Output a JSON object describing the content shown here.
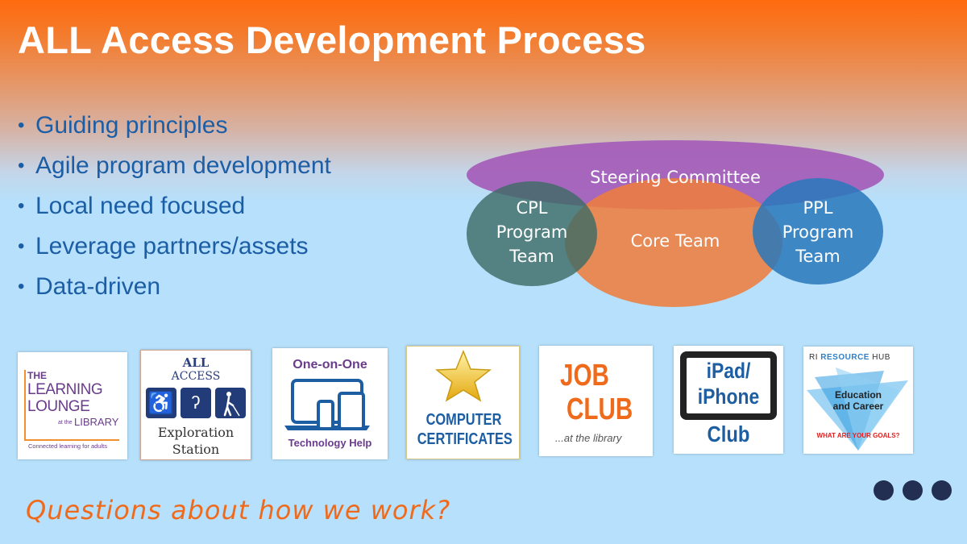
{
  "slide": {
    "title": "ALL Access Development Process",
    "bullets": [
      "Guiding principles",
      "Agile program development",
      "Local need focused",
      "Leverage partners/assets",
      "Data-driven"
    ],
    "question": "Questions about how we work?"
  },
  "venn": {
    "steering": "Steering Committee",
    "core": "Core Team",
    "cpl": [
      "CPL",
      "Program",
      "Team"
    ],
    "ppl": [
      "PPL",
      "Program",
      "Team"
    ]
  },
  "tiles": {
    "learning_lounge": {
      "the": "THE",
      "learning": "LEARNING",
      "lounge": "LOUNGE",
      "atthe": "at the",
      "library": "LIBRARY",
      "tagline": "Connected learning for adults"
    },
    "all_access": {
      "line1": "ALL",
      "line2": "ACCESS",
      "line3": "Exploration",
      "line4": "Station"
    },
    "one_on_one": {
      "heading": "One-on-One",
      "footer": "Technology Help"
    },
    "computer_certificates": {
      "line1": "COMPUTER",
      "line2": "CERTIFICATES"
    },
    "job_club": {
      "line1": "JOB",
      "line2": "CLUB",
      "tagline": "...at the library"
    },
    "ipad_club": {
      "line1": "iPad/",
      "line2": "iPhone",
      "line3": "Club"
    },
    "resource_hub": {
      "brand_ri": "RI",
      "brand_resource": "RESOURCE",
      "brand_hub": "HUB",
      "line1": "Education",
      "line2": "and Career",
      "tagline": "WHAT ARE YOUR GOALS?"
    }
  },
  "colors": {
    "accent_orange": "#f06a1c",
    "bullet_blue": "#1c5ea6",
    "steering_purple": "#a45cb8",
    "core_orange": "#ee7d3f",
    "cpl_green": "#3e6b66",
    "ppl_blue": "#2a78bb",
    "dots_navy": "#222f52"
  }
}
